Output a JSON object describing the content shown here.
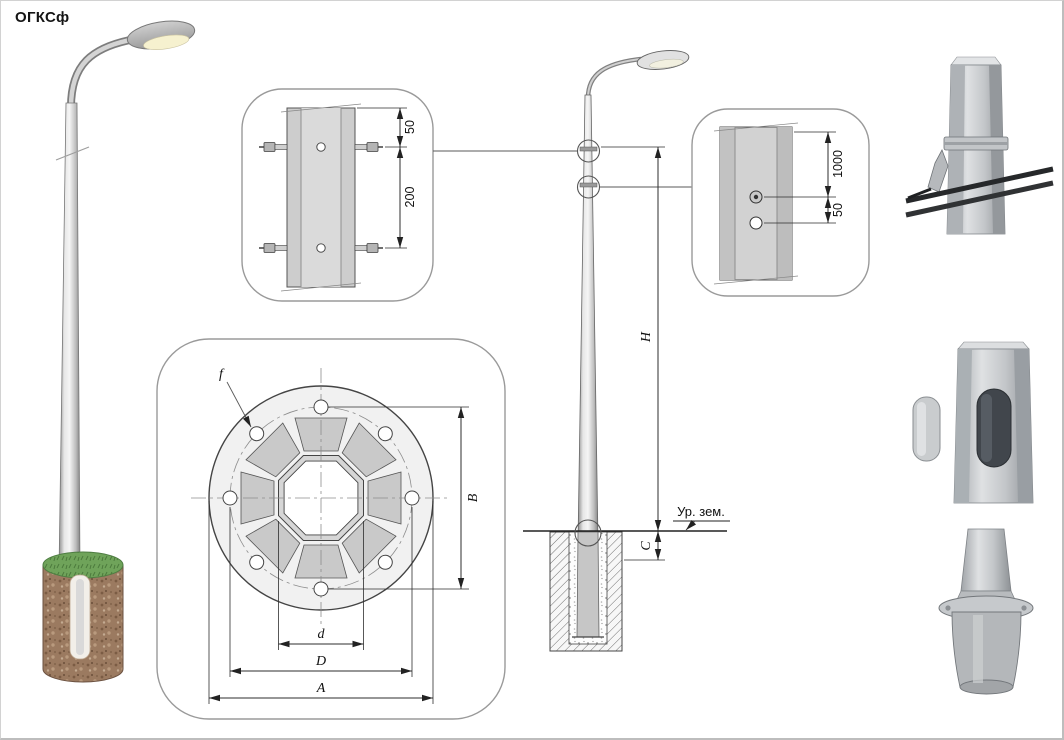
{
  "title": "ОГКСф",
  "top_detail": {
    "gap_top": "50",
    "bolt_spacing": "200"
  },
  "right_detail": {
    "band_offset": "1000",
    "hole_offset": "50"
  },
  "flange_detail": {
    "hole_label": "f",
    "bolt_span": "B",
    "inner_diameter": "d",
    "bolt_circle_diameter": "D",
    "plate_diameter": "A"
  },
  "elevation": {
    "height_label": "H",
    "embed_label": "C",
    "ground_label": "Ур. зем."
  },
  "colors": {
    "grass": "#6fa35a",
    "soil": "#9b7a60",
    "metal": "#c7cacd",
    "line": "#2e2e2e"
  }
}
